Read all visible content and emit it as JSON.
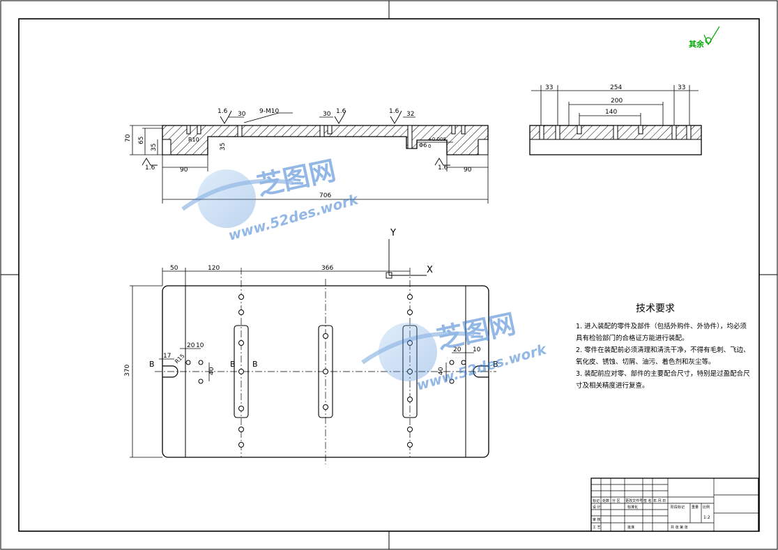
{
  "corner_marks": {
    "text": "其余",
    "roughness_symbol": "surface-finish-check-icon",
    "color": "#00aa00"
  },
  "section_view": {
    "roughness": [
      "1.6",
      "1.6",
      "1.6",
      "1.6",
      "1.6"
    ],
    "dims_top": [
      "30",
      "9-M10",
      "30",
      "32"
    ],
    "dims_left": [
      "70",
      "65",
      "35",
      "R10",
      "90",
      "35"
    ],
    "dims_right": [
      "90",
      "Φ6",
      "+0.008",
      "0"
    ],
    "overall_length": "706"
  },
  "side_view": {
    "dims": [
      "33",
      "254",
      "33",
      "200",
      "140"
    ]
  },
  "plan_view": {
    "axis_y": "Y",
    "axis_x": "X",
    "dims_top": [
      "50",
      "120",
      "366"
    ],
    "height": "370",
    "left_detail": [
      "17",
      "R15",
      "20",
      "10",
      "40"
    ],
    "right_detail": [
      "20",
      "10",
      "40"
    ],
    "section_marks": [
      "B",
      "B",
      "B",
      "B"
    ]
  },
  "tech_req": {
    "title": "技术要求",
    "items": [
      "1. 进入装配的零件及部件（包括外购件、外协件），均必须具有检验部门的合格证方能进行装配。",
      "2. 零件在装配前必须清理和清洗干净，不得有毛刺、飞边、氧化皮、锈蚀、切屑、油污、着色剂和灰尘等。",
      "3. 装配前应对零、部件的主要配合尺寸，特别是过盈配合尺寸及相关精度进行复查。"
    ]
  },
  "title_block": {
    "header_cells": [
      "标记",
      "处数",
      "分 区",
      "更改文件号",
      "签 名",
      "年.月.日"
    ],
    "row_labels": [
      "设 计",
      "审 核",
      "工 艺"
    ],
    "std": "标准化",
    "approve": "批准",
    "stage": "阶段标记",
    "weight": "重量",
    "scale": "比例",
    "scale_value": "1:2",
    "sheets": "共  张  第  张"
  },
  "watermark": {
    "name": "芝图网",
    "url": "www.52des.work"
  }
}
